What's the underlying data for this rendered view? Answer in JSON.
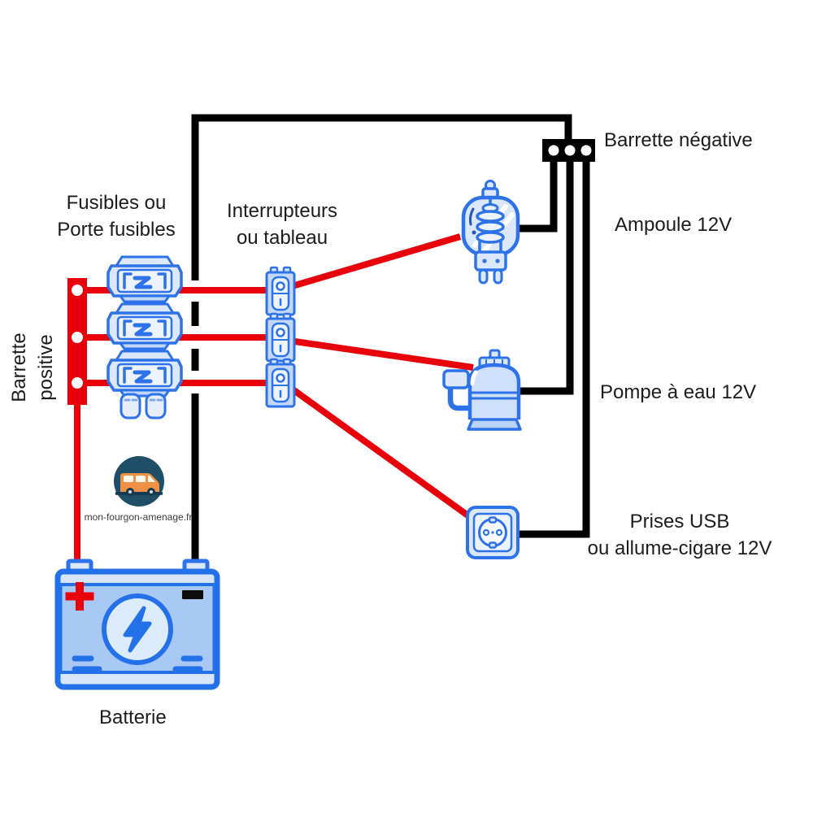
{
  "diagram": {
    "labels": {
      "fuses": [
        "Fusibles ou",
        "Porte fusibles"
      ],
      "switches": [
        "Interrupteurs",
        "ou tableau"
      ],
      "positive_busbar": [
        "Barrette",
        "positive"
      ],
      "negative_busbar": "Barrette négative",
      "bulb": "Ampoule 12V",
      "pump": "Pompe à eau 12V",
      "sockets": [
        "Prises USB",
        "ou allume-cigare 12V"
      ],
      "battery": "Batterie"
    },
    "logo": {
      "website": "mon-fourgon-amenage.fr"
    },
    "colors": {
      "positive_wire": "#e8000b",
      "negative_wire": "#000000",
      "icon_stroke": "#2d72e8",
      "icon_fill": "#dbe7fb",
      "logo_circle": "#1e4f66",
      "logo_van": "#f09045"
    }
  }
}
